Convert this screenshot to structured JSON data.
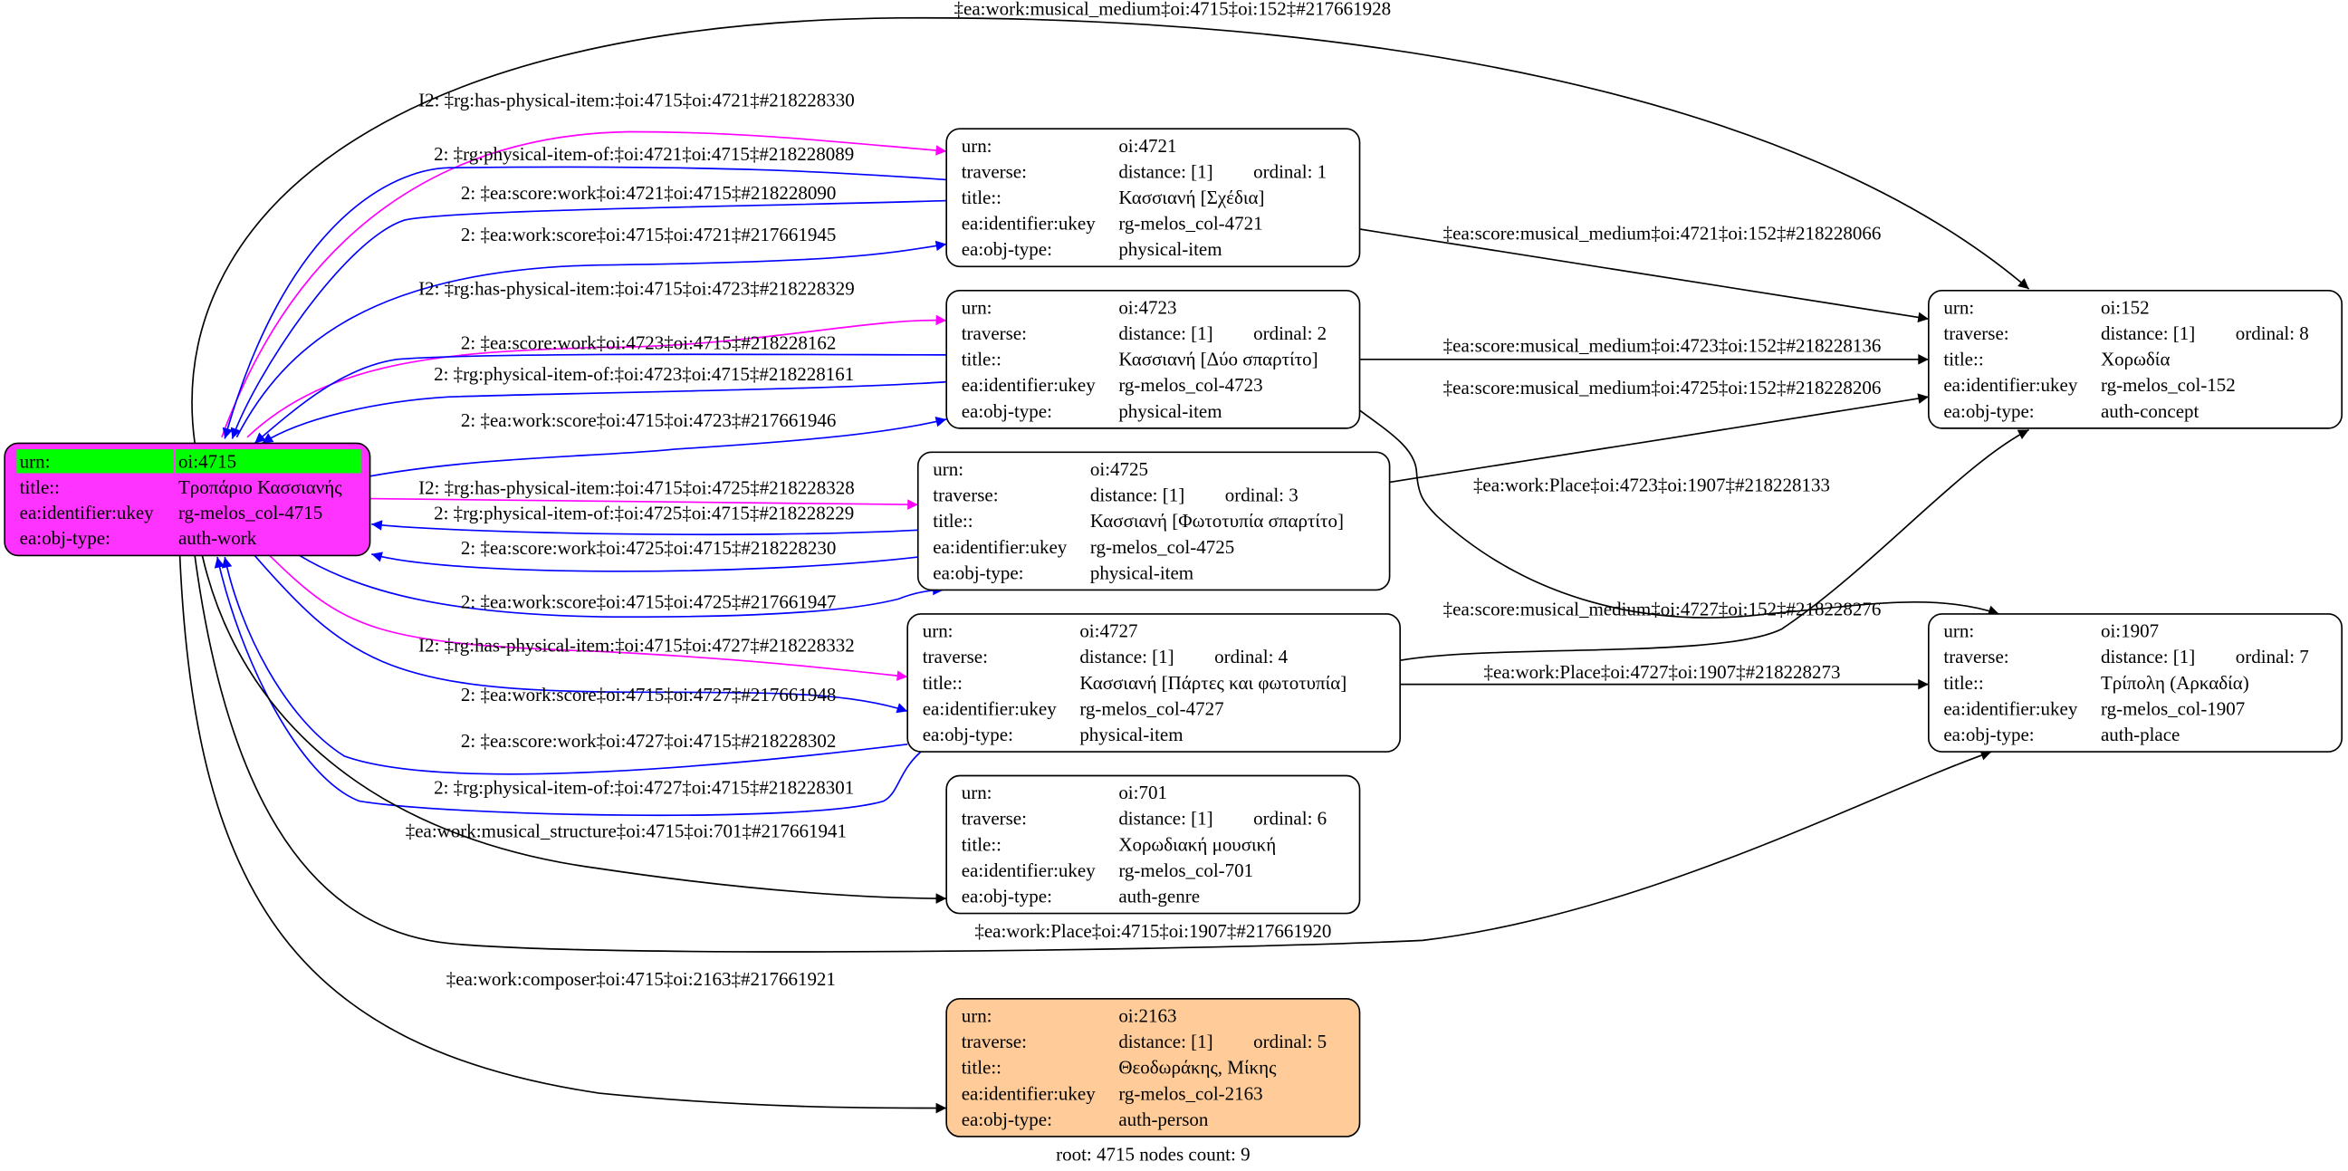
{
  "field_labels": {
    "urn": "urn:",
    "traverse": "traverse:",
    "title": "title::",
    "ukey": "ea:identifier:ukey",
    "obj_type": "ea:obj-type:"
  },
  "colors": {
    "root_fill": "#ff33ff",
    "root_highlight": "#00ff00",
    "person_fill": "#ffcc99",
    "default_fill": "#ffffff",
    "edge_inverse": "#ff00ff",
    "edge_score": "#0000ff",
    "edge_default": "#000000"
  },
  "nodes": [
    {
      "id": "4715",
      "root": true,
      "urn": "oi:4715",
      "title": "Τροπάριο Κασσιανής",
      "ukey": "rg-melos_col-4715",
      "obj_type": "auth-work"
    },
    {
      "id": "4721",
      "urn": "oi:4721",
      "distance": "distance: [1]",
      "ordinal": "ordinal: 1",
      "title": "Κασσιανή [Σχέδια]",
      "ukey": "rg-melos_col-4721",
      "obj_type": "physical-item"
    },
    {
      "id": "4723",
      "urn": "oi:4723",
      "distance": "distance: [1]",
      "ordinal": "ordinal: 2",
      "title": "Κασσιανή [Δύο σπαρτίτο]",
      "ukey": "rg-melos_col-4723",
      "obj_type": "physical-item"
    },
    {
      "id": "4725",
      "urn": "oi:4725",
      "distance": "distance: [1]",
      "ordinal": "ordinal: 3",
      "title": "Κασσιανή [Φωτοτυπία σπαρτίτο]",
      "ukey": "rg-melos_col-4725",
      "obj_type": "physical-item"
    },
    {
      "id": "4727",
      "urn": "oi:4727",
      "distance": "distance: [1]",
      "ordinal": "ordinal: 4",
      "title": "Κασσιανή  [Πάρτες και φωτοτυπία]",
      "ukey": "rg-melos_col-4727",
      "obj_type": "physical-item"
    },
    {
      "id": "701",
      "urn": "oi:701",
      "distance": "distance: [1]",
      "ordinal": "ordinal: 6",
      "title": "Χορωδιακή μουσική",
      "ukey": "rg-melos_col-701",
      "obj_type": "auth-genre"
    },
    {
      "id": "2163",
      "person": true,
      "urn": "oi:2163",
      "distance": "distance: [1]",
      "ordinal": "ordinal: 5",
      "title": "Θεοδωράκης, Μίκης",
      "ukey": "rg-melos_col-2163",
      "obj_type": "auth-person"
    },
    {
      "id": "152",
      "urn": "oi:152",
      "distance": "distance: [1]",
      "ordinal": "ordinal: 8",
      "title": "Χορωδία",
      "ukey": "rg-melos_col-152",
      "obj_type": "auth-concept"
    },
    {
      "id": "1907",
      "urn": "oi:1907",
      "distance": "distance: [1]",
      "ordinal": "ordinal: 7",
      "title": "Τρίπολη (Αρκαδία)",
      "ukey": "rg-melos_col-1907",
      "obj_type": "auth-place"
    }
  ],
  "edges": [
    {
      "from": "4715",
      "to": "152",
      "color": "black",
      "label": "‡ea:work:musical_medium‡oi:4715‡oi:152‡#217661928"
    },
    {
      "from": "4715",
      "to": "4721",
      "color": "magenta",
      "label": "I2: ‡rg:has-physical-item:‡oi:4715‡oi:4721‡#218228330"
    },
    {
      "from": "4721",
      "to": "4715",
      "color": "blue",
      "label": "2: ‡rg:physical-item-of:‡oi:4721‡oi:4715‡#218228089"
    },
    {
      "from": "4721",
      "to": "4715",
      "color": "blue",
      "label": "2: ‡ea:score:work‡oi:4721‡oi:4715‡#218228090"
    },
    {
      "from": "4715",
      "to": "4721",
      "color": "blue",
      "label": "2: ‡ea:work:score‡oi:4715‡oi:4721‡#217661945"
    },
    {
      "from": "4715",
      "to": "4723",
      "color": "magenta",
      "label": "I2: ‡rg:has-physical-item:‡oi:4715‡oi:4723‡#218228329"
    },
    {
      "from": "4723",
      "to": "4715",
      "color": "blue",
      "label": "2: ‡ea:score:work‡oi:4723‡oi:4715‡#218228162"
    },
    {
      "from": "4723",
      "to": "4715",
      "color": "blue",
      "label": "2: ‡rg:physical-item-of:‡oi:4723‡oi:4715‡#218228161"
    },
    {
      "from": "4715",
      "to": "4723",
      "color": "blue",
      "label": "2: ‡ea:work:score‡oi:4715‡oi:4723‡#217661946"
    },
    {
      "from": "4715",
      "to": "4725",
      "color": "magenta",
      "label": "I2: ‡rg:has-physical-item:‡oi:4715‡oi:4725‡#218228328"
    },
    {
      "from": "4725",
      "to": "4715",
      "color": "blue",
      "label": "2: ‡rg:physical-item-of:‡oi:4725‡oi:4715‡#218228229"
    },
    {
      "from": "4725",
      "to": "4715",
      "color": "blue",
      "label": "2: ‡ea:score:work‡oi:4725‡oi:4715‡#218228230"
    },
    {
      "from": "4715",
      "to": "4725",
      "color": "blue",
      "label": "2: ‡ea:work:score‡oi:4715‡oi:4725‡#217661947"
    },
    {
      "from": "4715",
      "to": "4727",
      "color": "magenta",
      "label": "I2: ‡rg:has-physical-item:‡oi:4715‡oi:4727‡#218228332"
    },
    {
      "from": "4715",
      "to": "4727",
      "color": "blue",
      "label": "2: ‡ea:work:score‡oi:4715‡oi:4727‡#217661948"
    },
    {
      "from": "4727",
      "to": "4715",
      "color": "blue",
      "label": "2: ‡ea:score:work‡oi:4727‡oi:4715‡#218228302"
    },
    {
      "from": "4727",
      "to": "4715",
      "color": "blue",
      "label": "2: ‡rg:physical-item-of:‡oi:4727‡oi:4715‡#218228301"
    },
    {
      "from": "4715",
      "to": "701",
      "color": "black",
      "label": "‡ea:work:musical_structure‡oi:4715‡oi:701‡#217661941"
    },
    {
      "from": "4715",
      "to": "1907",
      "color": "black",
      "label": "‡ea:work:Place‡oi:4715‡oi:1907‡#217661920"
    },
    {
      "from": "4715",
      "to": "2163",
      "color": "black",
      "label": "‡ea:work:composer‡oi:4715‡oi:2163‡#217661921"
    },
    {
      "from": "4721",
      "to": "152",
      "color": "black",
      "label": "‡ea:score:musical_medium‡oi:4721‡oi:152‡#218228066"
    },
    {
      "from": "4723",
      "to": "152",
      "color": "black",
      "label": "‡ea:score:musical_medium‡oi:4723‡oi:152‡#218228136"
    },
    {
      "from": "4725",
      "to": "152",
      "color": "black",
      "label": "‡ea:score:musical_medium‡oi:4725‡oi:152‡#218228206"
    },
    {
      "from": "4723",
      "to": "1907",
      "color": "black",
      "label": "‡ea:work:Place‡oi:4723‡oi:1907‡#218228133"
    },
    {
      "from": "4727",
      "to": "152",
      "color": "black",
      "label": "‡ea:score:musical_medium‡oi:4727‡oi:152‡#218228276"
    },
    {
      "from": "4727",
      "to": "1907",
      "color": "black",
      "label": "‡ea:work:Place‡oi:4727‡oi:1907‡#218228273"
    }
  ],
  "footer": "root: 4715 nodes count: 9"
}
